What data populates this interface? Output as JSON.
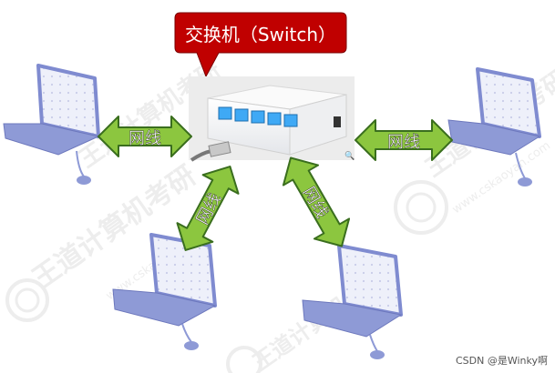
{
  "switch_callout": {
    "text": "交换机（Switch）",
    "color": "#c00000"
  },
  "links": [
    {
      "id": "left",
      "label": "网线"
    },
    {
      "id": "right",
      "label": "网线"
    },
    {
      "id": "bottom-left",
      "label": "网线"
    },
    {
      "id": "bottom-right",
      "label": "网线"
    }
  ],
  "watermark": {
    "text": "王道计算机考研",
    "url_text": "www.cskaoyan.com"
  },
  "credit": "CSDN @是Winky啊",
  "colors": {
    "arrow_fill": "#8cc63f",
    "arrow_stroke": "#3a6e1e",
    "laptop": "#8e9ad6",
    "screen": "#ecedf8",
    "port": "#3fa9f5"
  }
}
